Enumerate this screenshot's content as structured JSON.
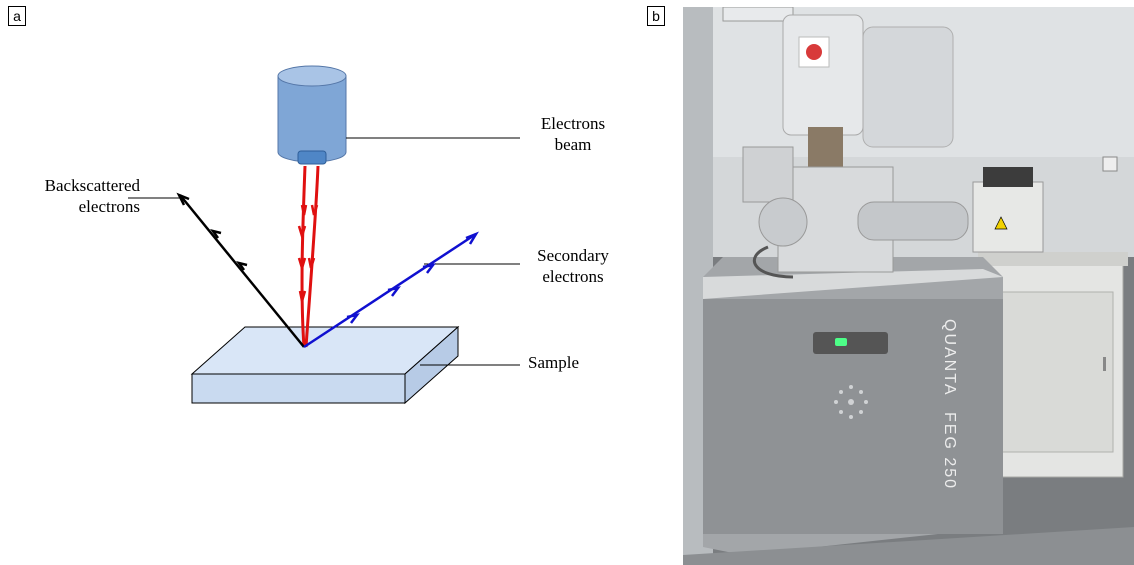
{
  "panels": {
    "a": {
      "label": "a"
    },
    "b": {
      "label": "b"
    }
  },
  "diagram": {
    "electron_beam_label": "Electrons\nbeam",
    "backscattered_label": "Backscattered\nelectrons",
    "secondary_label": "Secondary\nelectrons",
    "sample_label": "Sample",
    "colors": {
      "primary_beam": "#e01010",
      "secondary_electrons": "#1010d0",
      "backscattered_electrons": "#000000",
      "source_fill": "#7fa6d6",
      "sample_fill": "#cfe0f5"
    }
  },
  "photo": {
    "description_icon": "sem-microscope-photo",
    "brand_line_1": "QUANTA",
    "brand_line_2": "FEG 250"
  }
}
